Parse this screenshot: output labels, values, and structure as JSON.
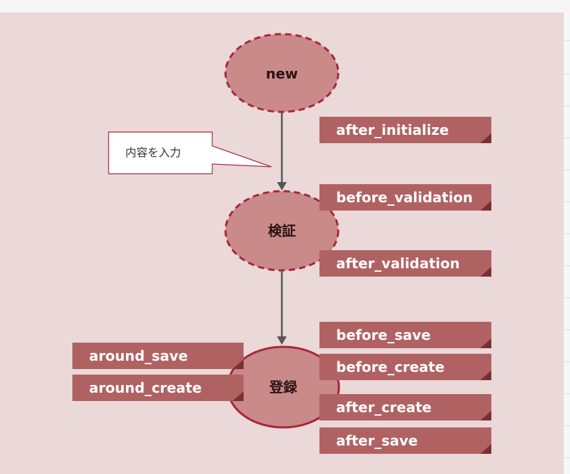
{
  "colors": {
    "background": "#ead9d8",
    "node_fill": "#c98a89",
    "node_border": "#a8263a",
    "tag_fill": "#b06262",
    "tag_corner": "#7a2f33",
    "arrow": "#555555"
  },
  "nodes": {
    "new": "new",
    "validation": "検証",
    "register": "登録"
  },
  "callout": {
    "text": "内容を入力"
  },
  "callbacks": {
    "after_initialize": "after_initialize",
    "before_validation": "before_validation",
    "after_validation": "after_validation",
    "before_save": "before_save",
    "before_create": "before_create",
    "after_create": "after_create",
    "after_save": "after_save",
    "around_save": "around_save",
    "around_create": "around_create"
  }
}
